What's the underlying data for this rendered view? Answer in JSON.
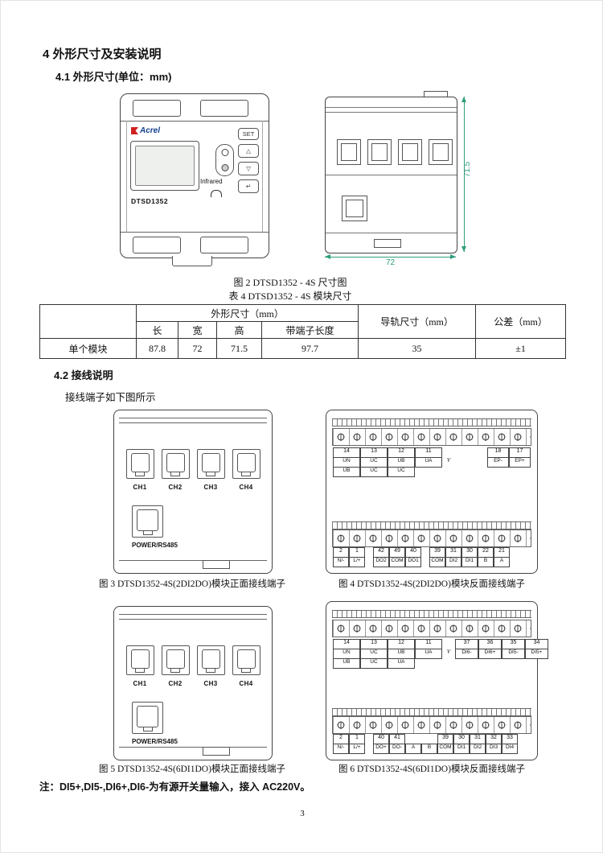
{
  "page": {
    "heading": "4 外形尺寸及安装说明",
    "section_41": "4.1 外形尺寸(单位：mm)",
    "section_42": "4.2 接线说明",
    "wiring_intro": "接线端子如下图所示",
    "note": "注：DI5+,DI5-,DI6+,DI6-为有源开关量输入，接入 AC220V。",
    "page_number": "3"
  },
  "captions": {
    "fig2": "图 2  DTSD1352 - 4S 尺寸图",
    "table4": "表 4 DTSD1352 - 4S 模块尺寸",
    "fig3": "图 3 DTSD1352-4S(2DI2DO)模块正面接线端子",
    "fig4": "图 4 DTSD1352-4S(2DI2DO)模块反面接线端子",
    "fig5": "图 5 DTSD1352-4S(6DI1DO)模块正面接线端子",
    "fig6": "图 6 DTSD1352-4S(6DI1DO)模块反面接线端子"
  },
  "device_front": {
    "brand": "Acrel",
    "model": "DTSD1352",
    "set_button": "SET",
    "infrared": "Infrared",
    "up_glyph": "△",
    "down_glyph": "▽",
    "enter_glyph": "↵"
  },
  "dimensions": {
    "height": "71.5",
    "width": "72"
  },
  "size_table": {
    "group_header": "外形尺寸（mm）",
    "rail_header": "导轨尺寸（mm）",
    "tol_header": "公差（mm）",
    "sub_headers": [
      "长",
      "宽",
      "高",
      "带端子长度"
    ],
    "row_label": "单个模块",
    "length": "87.8",
    "width": "72",
    "height": "71.5",
    "with_terminals": "97.7",
    "rail": "35",
    "tolerance": "±1"
  },
  "front_terminals": {
    "channels": [
      "CH1",
      "CH2",
      "CH3",
      "CH4"
    ],
    "power": "POWER/RS485"
  },
  "rear_2di2do": {
    "volt_numbers": [
      "14",
      "13",
      "12",
      "11"
    ],
    "volt_row1": [
      "UN",
      "UC",
      "UB",
      "UA",
      "V"
    ],
    "volt_row2": [
      "UB",
      "UC",
      "UC"
    ],
    "aux_numbers": [
      "18",
      "17"
    ],
    "aux_labels": [
      "EP-",
      "EP+"
    ],
    "bottom_numbers": [
      "2",
      "1",
      "",
      "42",
      "49",
      "40",
      "",
      "39",
      "31",
      "30",
      "22",
      "21"
    ],
    "bottom_labels": [
      "N/-",
      "L/+",
      "",
      "DO2",
      "COM",
      "DO1",
      "",
      "COM",
      "DI2",
      "DI1",
      "B",
      "A"
    ]
  },
  "rear_6di1do": {
    "volt_numbers": [
      "14",
      "13",
      "12",
      "11"
    ],
    "volt_row1": [
      "UN",
      "UC",
      "UB",
      "UA",
      "V"
    ],
    "volt_row2": [
      "UB",
      "UC",
      "UA"
    ],
    "aux_numbers": [
      "37",
      "36",
      "35",
      "34"
    ],
    "aux_labels": [
      "DI6-",
      "DI6+",
      "DI5-",
      "DI5+"
    ],
    "bottom_numbers": [
      "2",
      "1",
      "",
      "40",
      "41",
      "",
      "",
      "39",
      "30",
      "31",
      "32",
      "33"
    ],
    "bottom_labels": [
      "N/-",
      "L/+",
      "",
      "DO+",
      "DO-",
      "A",
      "B",
      "COM",
      "DI1",
      "DI2",
      "DI3",
      "DI4"
    ]
  },
  "colors": {
    "dimension_line": "#2f9e7d",
    "logo_red": "#d02020",
    "logo_blue": "#15408f",
    "line": "#555555"
  }
}
